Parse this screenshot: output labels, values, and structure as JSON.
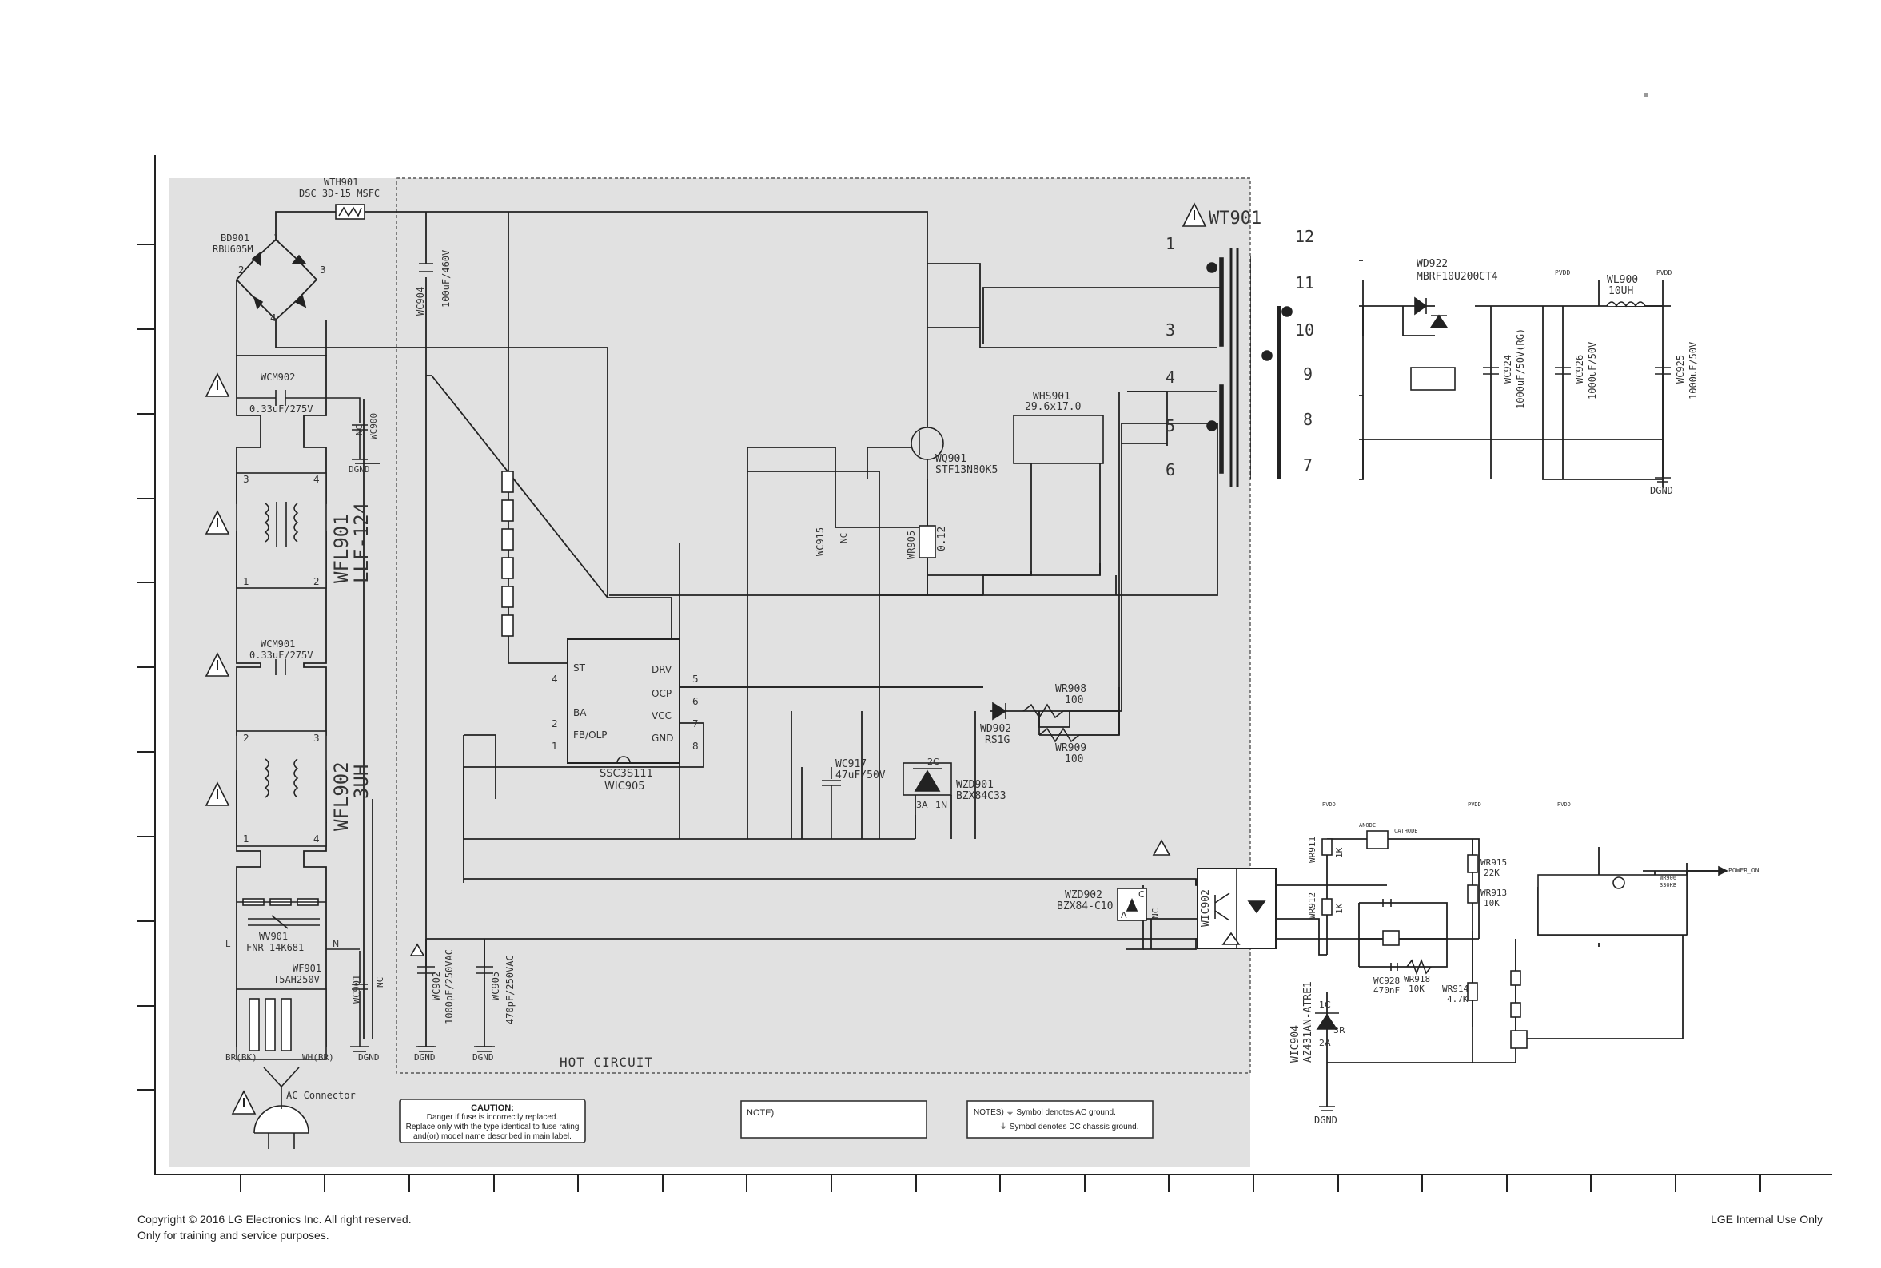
{
  "footer": {
    "copyright": "Copyright © 2016 LG Electronics Inc. All right reserved.",
    "training": "Only for training and service purposes.",
    "internal": "LGE Internal Use Only"
  },
  "regions": {
    "hot": "HOT CIRCUIT"
  },
  "ac_connector": {
    "label": "AC Connector",
    "left": "BR(BK)",
    "right": "WH(BR)"
  },
  "caution": {
    "title": "CAUTION:",
    "line1": "Danger if fuse is incorrectly replaced.",
    "line2": "Replace only with the type identical to fuse rating",
    "line3": "and(or) model name described in main label."
  },
  "note_box": {
    "text": "NOTE)"
  },
  "notes_box": {
    "line1": "NOTES) ⏚ Symbol denotes AC ground.",
    "line2": "⏚ Symbol denotes DC chassis ground."
  },
  "parts": {
    "wth901": "WTH901",
    "wth901_val": "DSC 3D-15 MSFC",
    "bd901": "BD901",
    "bd901_val": "RBU605M",
    "wcm902": "WCM902",
    "wcm902_val": "0.33uF/275V",
    "wcm901": "WCM901",
    "wcm901_val": "0.33uF/275V",
    "wc900": "WC900",
    "nc": "NC",
    "wfl901": "WFL901",
    "wfl901_val": "LLF-124",
    "wfl902": "WFL902",
    "wfl902_val": "3UH",
    "wv901": "WV901",
    "wv901_val": "FNR-14K681",
    "wf901": "WF901",
    "wf901_val": "T5AH250V",
    "wc901": "WC901",
    "wc904": "WC904",
    "wc904_val": "100uF/460V",
    "ic": "SSC3S111",
    "ic_ref": "WIC905",
    "wq901": "WQ901",
    "wq901_val": "STF13N80K5",
    "whs901": "WHS901",
    "whs901_val": "29.6x17.0",
    "wt901": "WT901",
    "wc915": "WC915",
    "wr905": "WR905",
    "wr905_val": "0.12",
    "wd902": "WD902",
    "wd902_val": "RS1G",
    "wr908": "WR908",
    "wr908_val": "100",
    "wr909": "WR909",
    "wr909_val": "100",
    "wc917": "WC917",
    "wc917_val": "47uF/50V",
    "wzd901": "WZD901",
    "wzd901_val": "BZX84C33",
    "wzd902": "WZD902",
    "wzd902_val": "BZX84-C10",
    "wic902": "WIC902",
    "wc902": "WC902",
    "wc902_val": "1000pF/250VAC",
    "wc905": "WC905",
    "wc905_val": "470pF/250VAC",
    "wd922": "WD922",
    "wd922_val": "MBRF10U200CT4",
    "wl900": "WL900",
    "wl900_val": "10UH",
    "wc924": "WC924",
    "wc924_val": "1000uF/50V(RG)",
    "wc926": "WC926",
    "wc926_val": "1000uF/50V",
    "wc925": "WC925",
    "wc925_val": "1000uF/50V",
    "wic904": "WIC904",
    "wic904_val": "AZ431AN-ATRE1",
    "wr915": "WR915",
    "wr915_val": "22K",
    "wr913": "WR913",
    "wr913_val": "10K",
    "wr914": "WR914",
    "wr914_val": "4.7K",
    "wc928": "WC928",
    "wc928_val": "470nF",
    "wr918": "WR918",
    "wr918_val": "10K",
    "wr911": "WR911",
    "wr911_val": "1K",
    "wr912": "WR912",
    "wr912_val": "1K",
    "wr906": "WR906",
    "wr906_val": "330KB",
    "pin_dgnd": "DGND",
    "pvdd": "PVDD",
    "power_on": "POWER_ON",
    "cathode": "CATHODE",
    "anode": "ANODE"
  },
  "ic_pins": {
    "st": "ST",
    "ba": "BA",
    "fb": "FB/OLP",
    "drv": "DRV",
    "ocp": "OCP",
    "vcc": "VCC",
    "gnd": "GND",
    "p1": "1",
    "p2": "2",
    "p4": "4",
    "p5": "5",
    "p6": "6",
    "p7": "7",
    "p8": "8"
  },
  "transformer_pins": {
    "p1": "1",
    "p3": "3",
    "p4": "4",
    "p5": "5",
    "p6": "6",
    "p7": "7",
    "p8": "8",
    "p9": "9",
    "p10": "10",
    "p11": "11",
    "p12": "12"
  },
  "bridge_pins": {
    "p1": "1",
    "p2": "2",
    "p3": "3",
    "p4": "4"
  },
  "filter_pins": {
    "a1": "1",
    "a2": "2",
    "a3": "3",
    "a4": "4"
  },
  "misc": {
    "l": "L",
    "n": "N",
    "a": "A",
    "c": "C",
    "r": "R",
    "p2c": "2C",
    "p3a": "3A",
    "p1n": "1N",
    "p1c": "1C",
    "p3r": "3R",
    "p2a": "2A"
  }
}
